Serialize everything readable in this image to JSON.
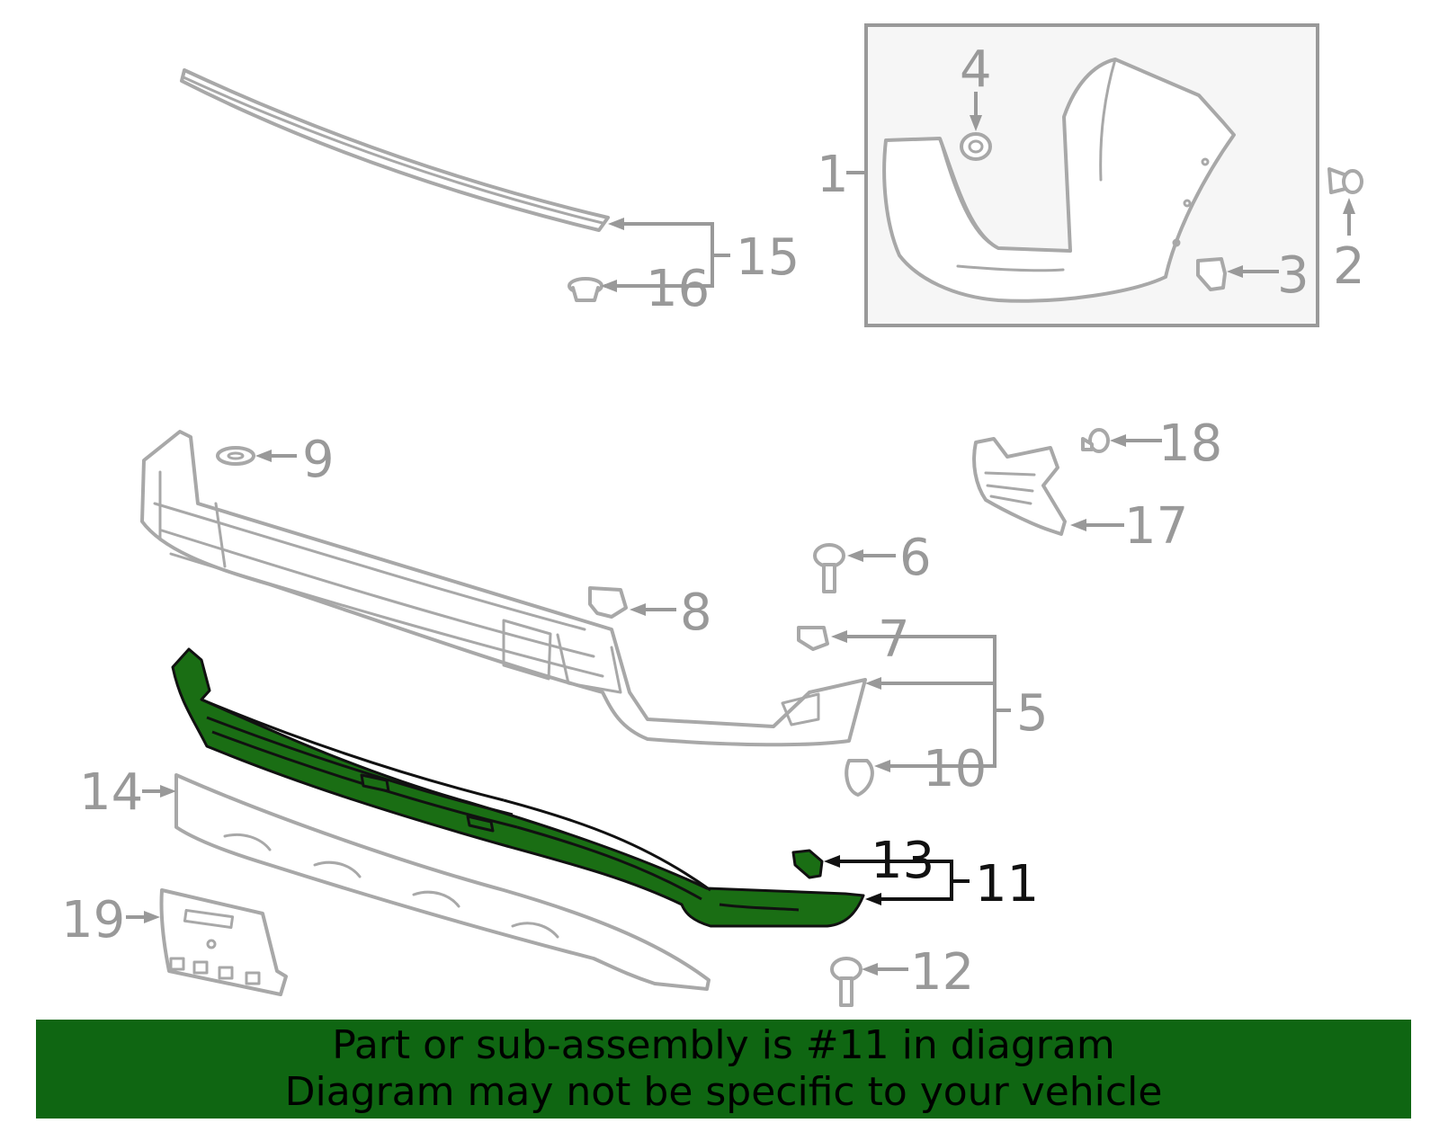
{
  "labels": {
    "l1": "1",
    "l2": "2",
    "l3": "3",
    "l4": "4",
    "l5": "5",
    "l6": "6",
    "l7": "7",
    "l8": "8",
    "l9": "9",
    "l10": "10",
    "l11": "11",
    "l12": "12",
    "l13": "13",
    "l14": "14",
    "l15": "15",
    "l16": "16",
    "l17": "17",
    "l18": "18",
    "l19": "19"
  },
  "highlighted_part": "11",
  "banner": {
    "line1": "Part or sub-assembly is #11 in diagram",
    "line2": "Diagram may not be specific to your vehicle"
  },
  "colors": {
    "highlight": "#1a6e14",
    "banner_background": "#0f6612",
    "label_gray": "#999999",
    "label_active": "#111111"
  }
}
